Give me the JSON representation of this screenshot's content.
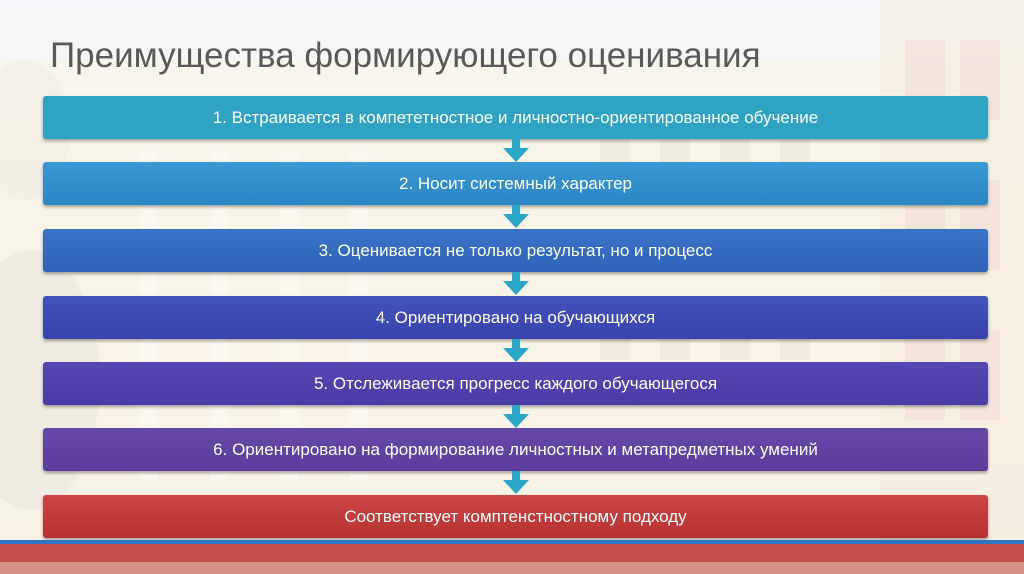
{
  "slide": {
    "title": "Преимущества формирующего оценивания",
    "steps": [
      {
        "text": "1. Встраивается в компететностное и личностно-ориентированное обучение",
        "color": "#2ea3c4"
      },
      {
        "text": "2. Носит системный характер",
        "color": "#2b86c6"
      },
      {
        "text": "3. Оценивается не только результат, но и процесс",
        "color": "#2d63b9"
      },
      {
        "text": "4. Ориентировано на обучающихся",
        "color": "#3844ad"
      },
      {
        "text": "5. Отслеживается прогресс каждого обучающегося",
        "color": "#4a3ba6"
      },
      {
        "text": "6. Ориентировано на формирование личностных и метапредметных умений",
        "color": "#5a3d9c"
      },
      {
        "text": "Соответствует комптенстностному подходу",
        "color": "#c23b3b"
      }
    ],
    "arrow_color": "#2aa6c9"
  }
}
